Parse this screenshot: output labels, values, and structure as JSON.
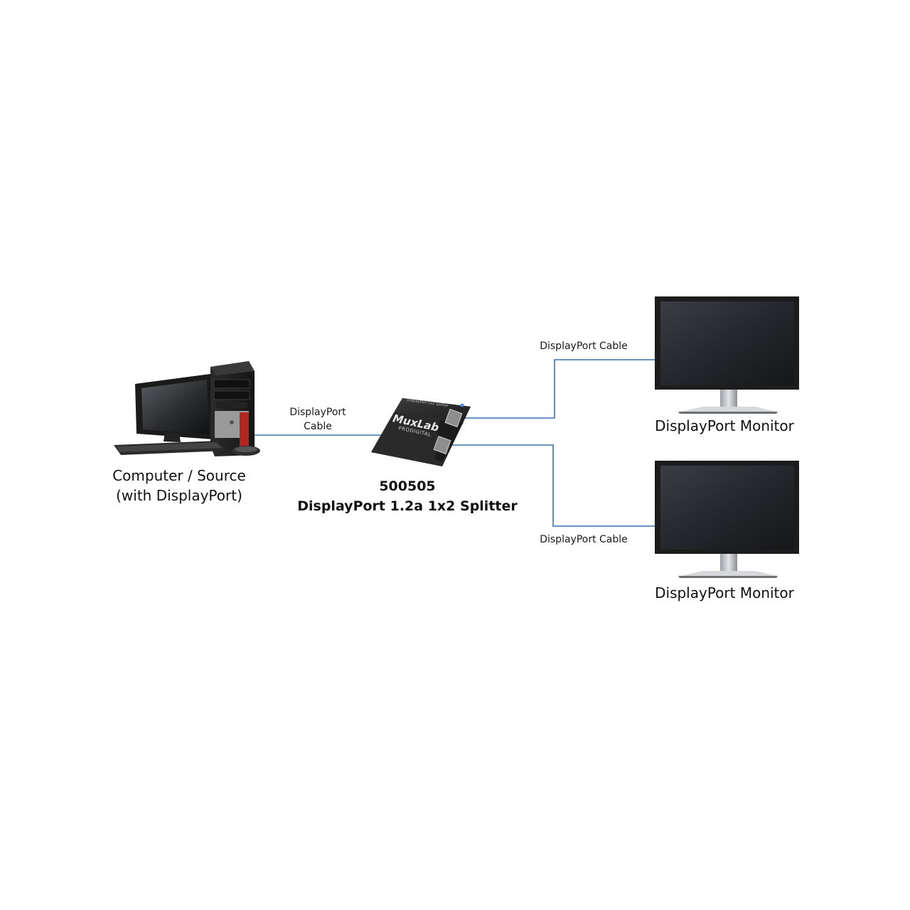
{
  "diagram": {
    "source": {
      "label_line1": "Computer / Source",
      "label_line2": "(with DisplayPort)"
    },
    "cable_source": {
      "label_line1": "DisplayPort",
      "label_line2": "Cable"
    },
    "splitter": {
      "model": "500505",
      "name": "DisplayPort 1.2a 1x2 Splitter",
      "brand_line1": "MuxLab",
      "brand_line2": "PRODIGITAL",
      "top_text": "DisplayPort 1x2 Splitter"
    },
    "cable_top": {
      "label": "DisplayPort Cable"
    },
    "cable_bottom": {
      "label": "DisplayPort Cable"
    },
    "monitor_top": {
      "label": "DisplayPort Monitor"
    },
    "monitor_bottom": {
      "label": "DisplayPort Monitor"
    },
    "colors": {
      "cable": "#3d6fb0",
      "device_dark": "#1c1c1c",
      "tower_red": "#b3261e"
    }
  }
}
